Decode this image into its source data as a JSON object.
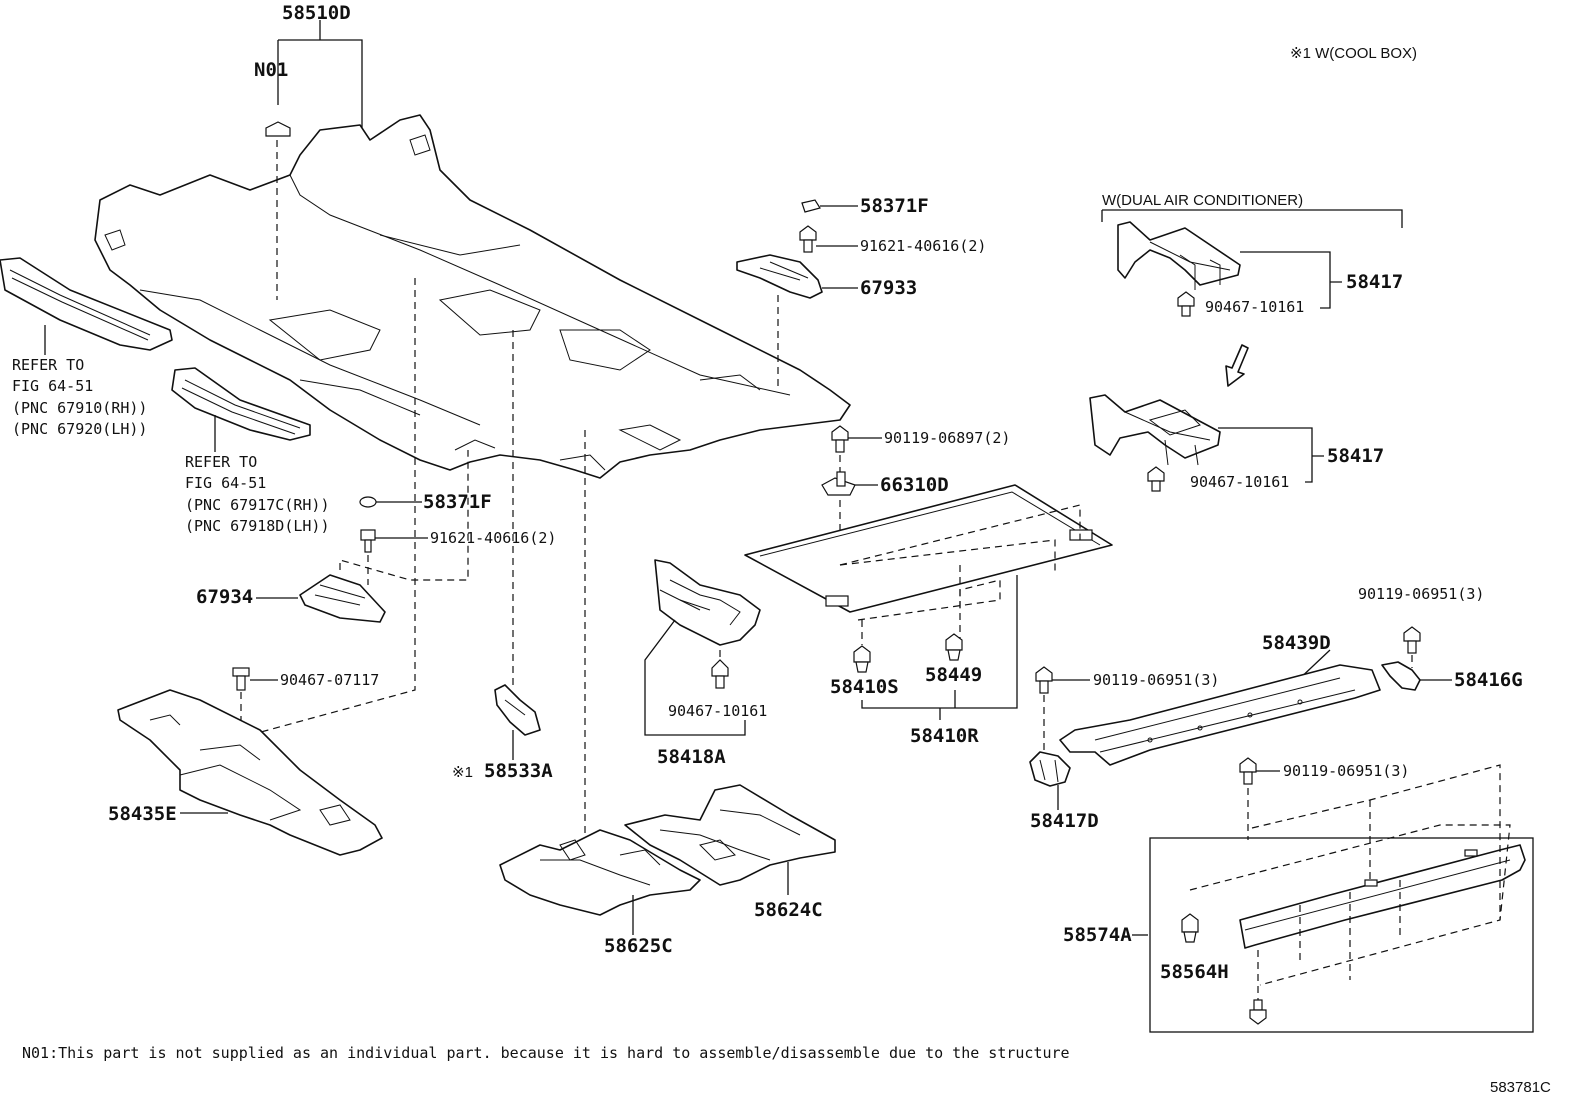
{
  "header": {
    "cool_box_note": "※1 W(COOL BOX)",
    "dual_ac_label": "W(DUAL AIR CONDITIONER)"
  },
  "labels": {
    "p58510D": "58510D",
    "pN01": "N01",
    "p58371F_top": "58371F",
    "p91621_top": "91621-40616(2)",
    "p67933": "67933",
    "p58417_a": "58417",
    "p90467_a": "90467-10161",
    "p58417_b": "58417",
    "p90467_b": "90467-10161",
    "p90119_06897": "90119-06897(2)",
    "p66310D": "66310D",
    "p58371F_mid": "58371F",
    "p91621_mid": "91621-40616(2)",
    "p67934": "67934",
    "p90467_07117": "90467-07117",
    "p58435E": "58435E",
    "p58533A_prefix": "※1",
    "p58533A": "58533A",
    "p90467_c": "90467-10161",
    "p58418A": "58418A",
    "p58410S": "58410S",
    "p58449": "58449",
    "p58410R": "58410R",
    "p90119_06951_a": "90119-06951(3)",
    "p58439D": "58439D",
    "p90119_06951_b": "90119-06951(3)",
    "p58416G": "58416G",
    "p58417D": "58417D",
    "p90119_06951_c": "90119-06951(3)",
    "p58625C": "58625C",
    "p58624C": "58624C",
    "p58574A": "58574A",
    "p58564H": "58564H"
  },
  "references": {
    "ref1_line1": "REFER TO",
    "ref1_line2": "FIG 64-51",
    "ref1_line3": "(PNC 67910(RH))",
    "ref1_line4": "(PNC 67920(LH))",
    "ref2_line1": "REFER TO",
    "ref2_line2": "FIG 64-51",
    "ref2_line3": "(PNC 67917C(RH))",
    "ref2_line4": "(PNC 67918D(LH))"
  },
  "footer": {
    "note": "N01:This part is not supplied as an individual part.  because it is hard to assemble/disassemble due to the structure",
    "diagram_id": "583781C"
  }
}
